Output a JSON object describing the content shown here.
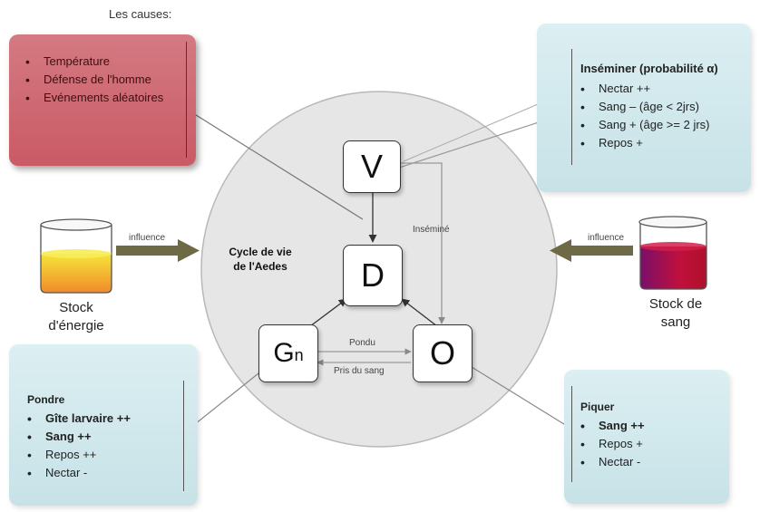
{
  "causes": {
    "title": "Les causes:",
    "items": [
      "Température",
      "Défense de l'homme",
      "Evénements aléatoires"
    ]
  },
  "inseminer": {
    "title": "Inséminer (probabilité α)",
    "items": [
      "Nectar ++",
      "Sang – (âge < 2jrs)",
      "Sang + (âge >= 2 jrs)",
      "Repos +"
    ]
  },
  "pondre": {
    "title": "Pondre",
    "items": [
      "Gîte larvaire ++",
      "Sang ++",
      "Repos ++",
      "Nectar -"
    ]
  },
  "piquer": {
    "title": "Piquer",
    "items": [
      "Sang ++",
      "Repos +",
      "Nectar -"
    ]
  },
  "cycle": {
    "label_line1": "Cycle de vie",
    "label_line2": "de l'Aedes",
    "nodes": {
      "v": "V",
      "d": "D",
      "gn_main": "G",
      "gn_sub": "n",
      "o": "O"
    },
    "edges": {
      "insemine": "Inséminé",
      "pondu": "Pondu",
      "pris_du_sang": "Pris du sang"
    }
  },
  "left_stock": {
    "influence": "influence",
    "line1": "Stock",
    "line2": "d'énergie"
  },
  "right_stock": {
    "influence": "influence",
    "line1": "Stock de",
    "line2": "sang"
  },
  "colors": {
    "causes_panel": "#c95a65",
    "info_panel": "#cfe6ea",
    "cycle_circle": "#e6e6e6",
    "influence_arrow": "#6e6a46",
    "energy_liquid_top": "#f5e63a",
    "energy_liquid_bottom": "#f08a2a",
    "blood_liquid": "#c0103c"
  }
}
